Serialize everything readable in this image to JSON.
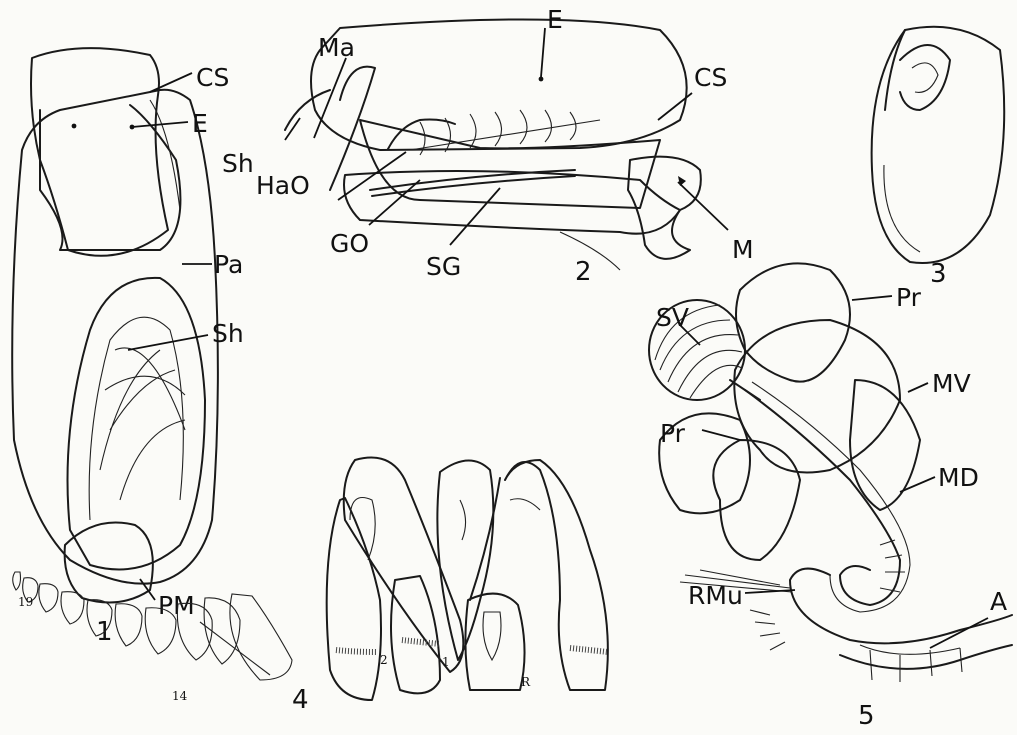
{
  "figure_numbers": {
    "f1": "1",
    "f2": "2",
    "f3": "3",
    "f4": "4",
    "f5": "5"
  },
  "fig1": {
    "cs": "CS",
    "e": "E",
    "pa": "Pa",
    "sh": "Sh",
    "pm": "PM"
  },
  "fig2": {
    "ma": "Ma",
    "e": "E",
    "cs": "CS",
    "sh": "Sh",
    "hao": "HaO",
    "go": "GO",
    "sg": "SG",
    "m": "M"
  },
  "fig4": {
    "tooth_19": "19",
    "tooth_14": "14",
    "tooth_2": "2",
    "tooth_1": "1",
    "rachis": "R"
  },
  "fig5": {
    "sv": "SV",
    "pr_top": "Pr",
    "pr_left": "Pr",
    "mv": "MV",
    "md": "MD",
    "rmu": "RMu",
    "a": "A"
  }
}
